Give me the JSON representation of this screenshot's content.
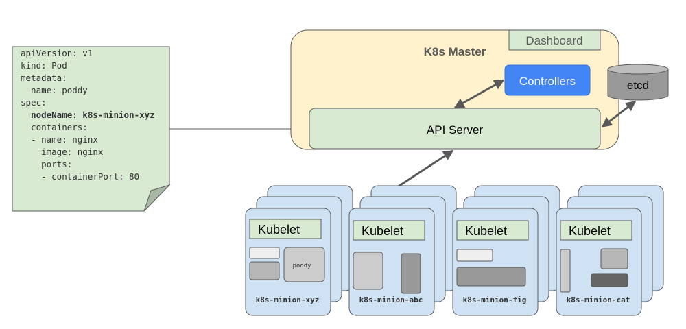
{
  "yaml_note": {
    "lines": [
      {
        "text": "apiVersion: v1",
        "bold": false
      },
      {
        "text": "kind: Pod",
        "bold": false
      },
      {
        "text": "metadata:",
        "bold": false
      },
      {
        "text": "  name: poddy",
        "bold": false
      },
      {
        "text": "spec:",
        "bold": false
      },
      {
        "text": "  nodeName: k8s-minion-xyz",
        "bold": true
      },
      {
        "text": "  containers:",
        "bold": false
      },
      {
        "text": "  - name: nginx",
        "bold": false
      },
      {
        "text": "    image: nginx",
        "bold": false
      },
      {
        "text": "    ports:",
        "bold": false
      },
      {
        "text": "    - containerPort: 80",
        "bold": false
      }
    ]
  },
  "master": {
    "title": "K8s Master",
    "dashboard": "Dashboard",
    "controllers": "Controllers",
    "api_server": "API Server"
  },
  "etcd": {
    "label": "etcd"
  },
  "nodes": [
    {
      "kubelet": "Kubelet",
      "name": "k8s-minion-xyz",
      "pod_label": "poddy"
    },
    {
      "kubelet": "Kubelet",
      "name": "k8s-minion-abc"
    },
    {
      "kubelet": "Kubelet",
      "name": "k8s-minion-fig"
    },
    {
      "kubelet": "Kubelet",
      "name": "k8s-minion-cat"
    }
  ],
  "colors": {
    "note_fill": "#d9ead3",
    "master_fill": "#fff2cc",
    "controllers_fill": "#4285f4",
    "node_fill": "#cfe2f3",
    "etcd_fill": "#999999",
    "arrow": "#595959"
  }
}
